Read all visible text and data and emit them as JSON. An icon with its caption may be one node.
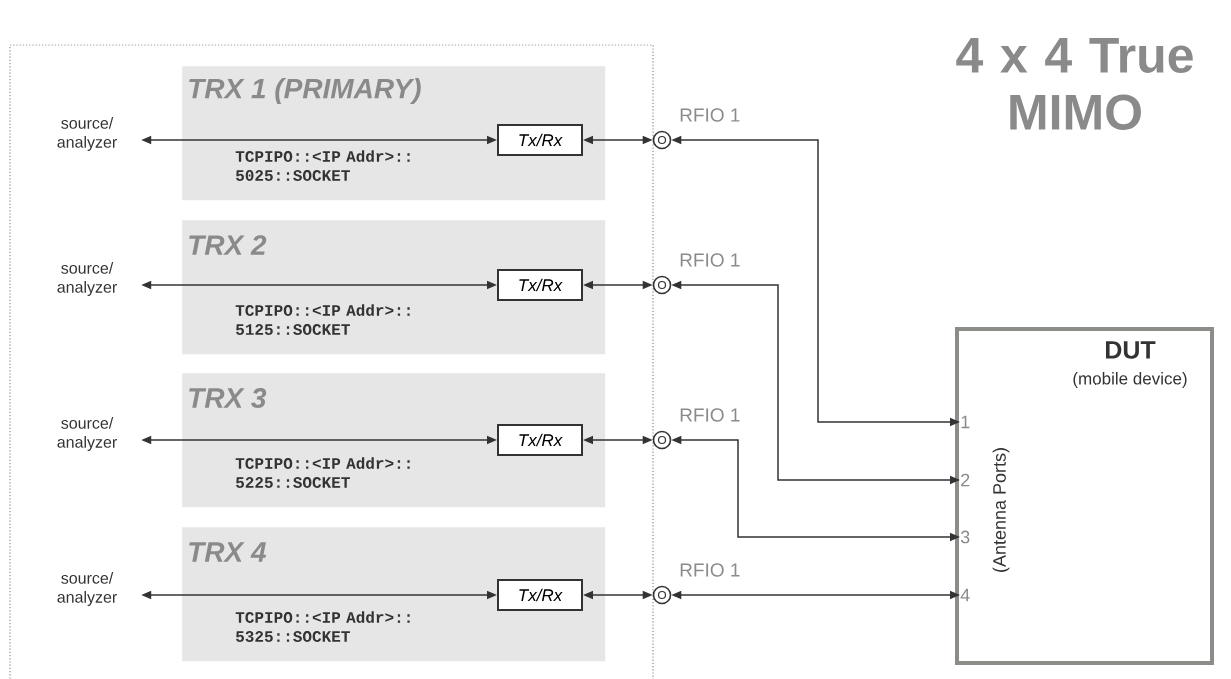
{
  "diagram": {
    "nodes": [
      {
        "text": [],
        "shape": "box"
      },
      {
        "text": [
          "source/ analyzer"
        ],
        "in": 0
      },
      {
        "text": [
          "TRX 1 (PRIMARY)",
          "TCPIPO::<IP Addr>:: 5025::SOCKET"
        ],
        "in": 0
      },
      {
        "text": [
          "Tx/Rx"
        ],
        "in": 2
      },
      {
        "text": [],
        "shape": "circle",
        "beside": [
          "RFIO 1"
        ]
      },
      {
        "text": [
          "source/ analyzer"
        ],
        "in": 0
      },
      {
        "text": [
          "TRX 2",
          "TCPIPO::<IP Addr>:: 5125::SOCKET"
        ],
        "in": 0
      },
      {
        "text": [
          "Tx/Rx"
        ],
        "in": 6
      },
      {
        "text": [],
        "shape": "circle",
        "beside": [
          "RFIO 1"
        ]
      },
      {
        "text": [
          "source/ analyzer"
        ],
        "in": 0
      },
      {
        "text": [
          "TRX 3",
          "TCPIPO::<IP Addr>:: 5225::SOCKET"
        ],
        "in": 0
      },
      {
        "text": [
          "Tx/Rx"
        ],
        "in": 10
      },
      {
        "text": [],
        "shape": "circle",
        "beside": [
          "RFIO 1"
        ]
      },
      {
        "text": [
          "source/ analyzer"
        ],
        "in": 0
      },
      {
        "text": [
          "TRX 4",
          "TCPIPO::<IP Addr>:: 5325::SOCKET"
        ],
        "in": 0
      },
      {
        "text": [
          "Tx/Rx"
        ],
        "in": 14
      },
      {
        "text": [],
        "shape": "circle",
        "beside": [
          "RFIO 1"
        ]
      },
      {
        "text": [
          "DUT",
          "(mobile device)",
          "(Antenna Ports)"
        ]
      },
      {
        "text": [
          "1"
        ],
        "in": 17
      },
      {
        "text": [
          "2"
        ],
        "in": 17
      },
      {
        "text": [
          "3"
        ],
        "in": 17
      },
      {
        "text": [
          "4"
        ],
        "in": 17
      }
    ],
    "edges": [
      {
        "from": 1,
        "to": 3,
        "arrow": "both"
      },
      {
        "from": 3,
        "to": 4,
        "arrow": "both"
      },
      {
        "from": 4,
        "to": 18,
        "arrow": "both"
      },
      {
        "from": 5,
        "to": 7,
        "arrow": "both"
      },
      {
        "from": 7,
        "to": 8,
        "arrow": "both"
      },
      {
        "from": 8,
        "to": 19,
        "arrow": "both"
      },
      {
        "from": 9,
        "to": 11,
        "arrow": "both"
      },
      {
        "from": 11,
        "to": 12,
        "arrow": "both"
      },
      {
        "from": 12,
        "to": 20,
        "arrow": "both"
      },
      {
        "from": 13,
        "to": 15,
        "arrow": "both"
      },
      {
        "from": 15,
        "to": 16,
        "arrow": "both"
      },
      {
        "from": 16,
        "to": 21,
        "arrow": "both"
      }
    ],
    "labels": [
      "4 x 4 True MIMO"
    ]
  }
}
